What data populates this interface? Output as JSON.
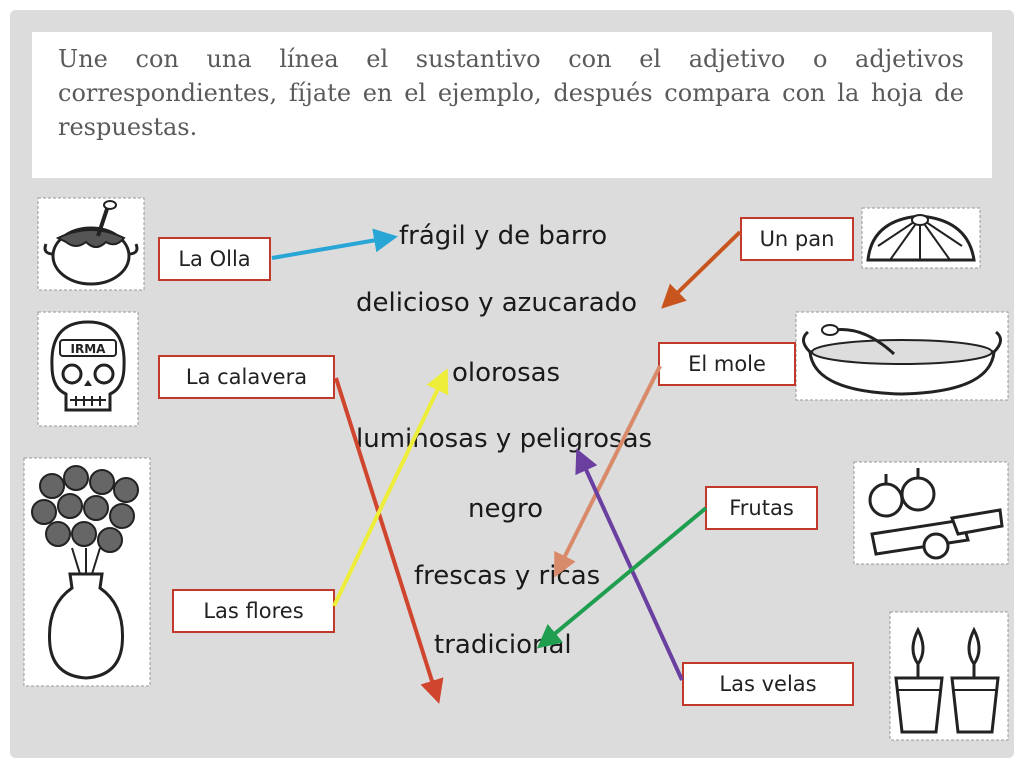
{
  "instructions": "Une con una línea el sustantivo con el adjetivo o adjetivos correspondientes, fíjate en el ejemplo, después compara con la hoja de respuestas.",
  "adjectives": [
    "frágil y de barro",
    "delicioso y azucarado",
    "olorosas",
    "luminosas y peligrosas",
    "negro",
    "frescas y ricas",
    "tradicional"
  ],
  "nouns_left": [
    "La Olla",
    "La calavera",
    "Las flores"
  ],
  "nouns_right": [
    "Un pan",
    "El mole",
    "Frutas",
    "Las velas"
  ],
  "pictures": {
    "olla": "clay-pot-icon",
    "calavera": "sugar-skull-icon",
    "flores": "flower-vase-icon",
    "pan": "sweet-bread-icon",
    "mole": "mole-dish-icon",
    "frutas": "fruits-icon",
    "velas": "candles-icon"
  },
  "colors": {
    "box_border": "#c0392b",
    "arrow_blue": "#2aa6d6",
    "arrow_orange": "#c8551e",
    "arrow_red": "#d0452e",
    "arrow_yellow": "#eded3a",
    "arrow_salmon": "#d98a6a",
    "arrow_purple": "#6b3fa0",
    "arrow_green": "#1f9e50"
  }
}
